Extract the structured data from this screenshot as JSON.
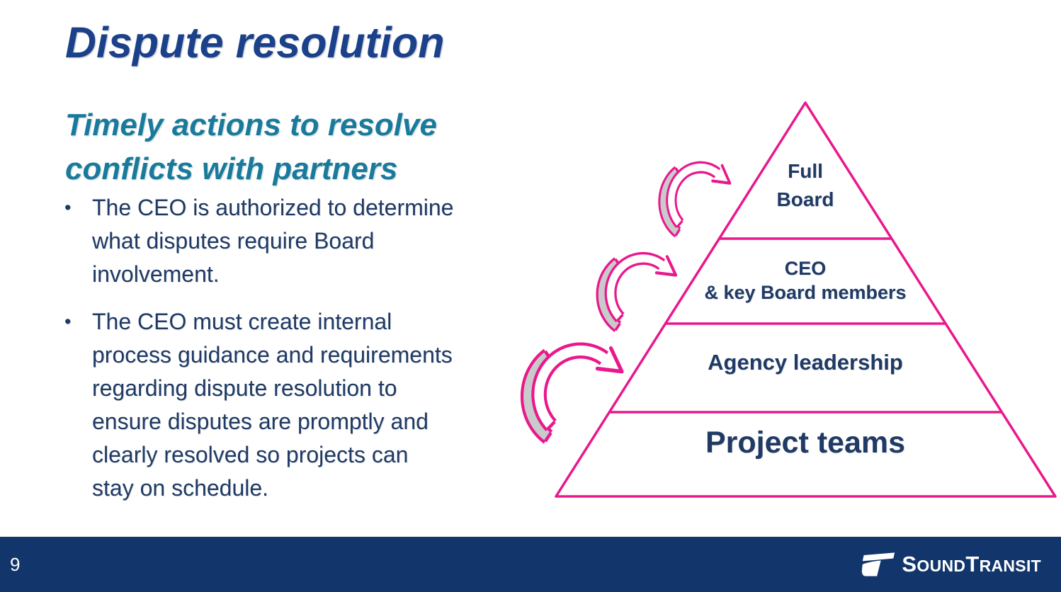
{
  "slide": {
    "title": "Dispute resolution",
    "subtitle_lines": [
      "Timely actions to resolve",
      "conflicts with partners"
    ],
    "bullets": [
      {
        "marker": "•",
        "lines": [
          "The CEO is authorized to determine",
          "what disputes require Board",
          "involvement."
        ]
      },
      {
        "marker": "•",
        "lines": [
          "The CEO must create internal",
          "process guidance and requirements",
          "regarding dispute resolution to",
          "ensure disputes are promptly and",
          "clearly resolved so projects can",
          "stay on schedule."
        ]
      }
    ]
  },
  "pyramid": {
    "levels": [
      {
        "lines": [
          "Full",
          "Board"
        ]
      },
      {
        "lines": [
          "CEO",
          "& key Board members"
        ]
      },
      {
        "lines": [
          "Agency leadership"
        ]
      },
      {
        "lines": [
          "Project teams"
        ]
      }
    ],
    "arrow_count": 3
  },
  "footer": {
    "page_number": "9",
    "logo_parts": [
      "S",
      "OUND",
      "T",
      "RANSIT"
    ]
  },
  "colors": {
    "title_navy": "#1A4189",
    "teal": "#1A7A9B",
    "body_navy": "#1F3A64",
    "pink": "#E9188C",
    "arrow_gray": "#C9CACB",
    "footer_navy": "#12356B",
    "white": "#FFFFFF"
  }
}
